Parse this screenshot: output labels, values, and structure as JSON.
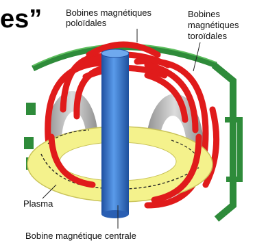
{
  "title_fragment": "es”",
  "labels": {
    "poloidal_coils": [
      "Bobines magnétiques",
      "poloïdales"
    ],
    "toroidal_coils": [
      "Bobines",
      "magnétiques",
      "toroïdales"
    ],
    "plasma": "Plasma",
    "central_coil": "Bobine magnétique centrale"
  },
  "colors": {
    "poloidal_coil": "#2e8b3a",
    "toroidal_coil": "#e01b1b",
    "plasma": "#f4f28c",
    "central_solenoid": "#3a7bd5",
    "vessel": "#b9b9b9"
  }
}
